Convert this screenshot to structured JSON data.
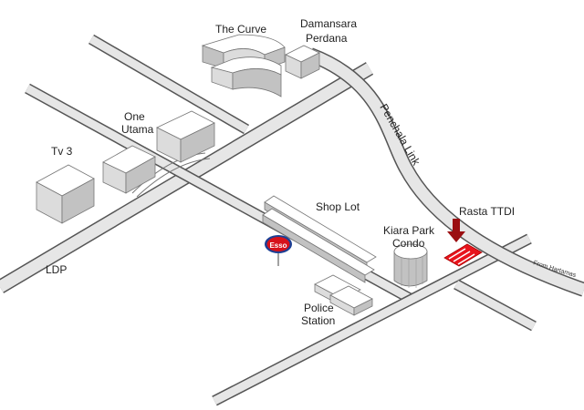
{
  "labels": {
    "the_curve": "The Curve",
    "damansara_line1": "Damansara",
    "damansara_line2": "Perdana",
    "one_utama_line1": "One",
    "one_utama_line2": "Utama",
    "tv3": "Tv 3",
    "ldp": "LDP",
    "penchala_link": "Penchala Link",
    "shop_lot": "Shop Lot",
    "rasta_ttdi": "Rasta TTDI",
    "kiara_line1": "Kiara Park",
    "kiara_line2": "Condo",
    "police_line1": "Police",
    "police_line2": "Station",
    "from_hartamas": "From Hartamas",
    "esso": "Esso"
  },
  "colors": {
    "background": "#ffffff",
    "road_fill": "#e6e6e6",
    "road_edge": "#555555",
    "building_top": "#ffffff",
    "building_side": "#dcdcdc",
    "building_front": "#c2c2c2",
    "target_red": "#e8141c",
    "arrow_dark_red": "#9b0f12",
    "esso_red": "#d6121b",
    "esso_blue": "#1c3f94"
  },
  "icons": {
    "destination_marker": "down-arrow-icon",
    "fuel_station": "esso-sign-icon"
  }
}
